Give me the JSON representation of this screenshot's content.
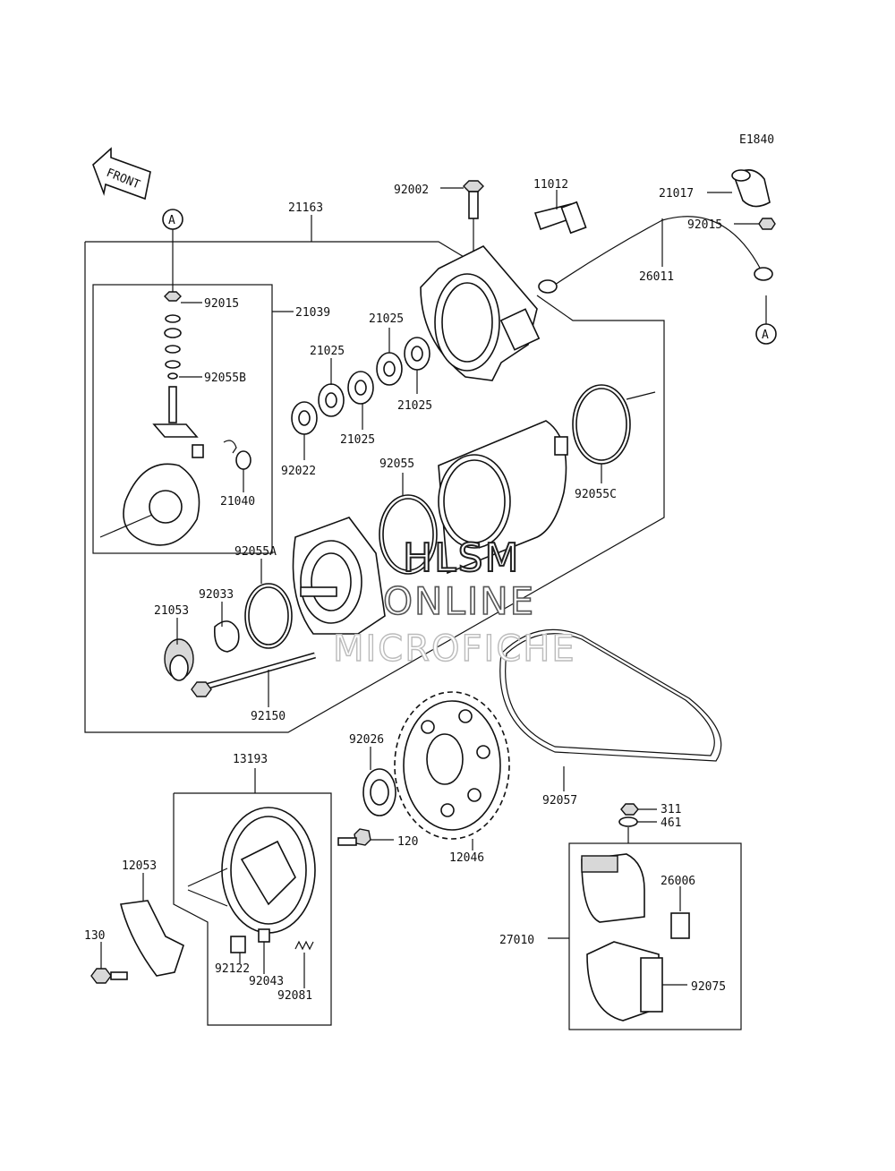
{
  "diagram_code": "E1840",
  "front_label": "FRONT",
  "ref_marker": "A",
  "watermark": [
    "HLSM",
    "ONLINE",
    "MICROFICHE"
  ],
  "parts": {
    "p92002": "92002",
    "p11012": "11012",
    "p21017": "21017",
    "p92015_top": "92015",
    "p26011": "26011",
    "p21163": "21163",
    "p92015": "92015",
    "p21039": "21039",
    "p92055B": "92055B",
    "p21025_a": "21025",
    "p21025_b": "21025",
    "p21025_c": "21025",
    "p21025_d": "21025",
    "p92022": "92022",
    "p92055": "92055",
    "p92055C": "92055C",
    "p21040": "21040",
    "p92055A": "92055A",
    "p92033": "92033",
    "p21053": "21053",
    "p92150": "92150",
    "p92026": "92026",
    "p13193": "13193",
    "p12046": "12046",
    "p92057": "92057",
    "p311": "311",
    "p461": "461",
    "p120": "120",
    "p12053": "12053",
    "p26006": "26006",
    "p27010": "27010",
    "p130": "130",
    "p92122": "92122",
    "p92043": "92043",
    "p92075": "92075",
    "p92081": "92081"
  }
}
